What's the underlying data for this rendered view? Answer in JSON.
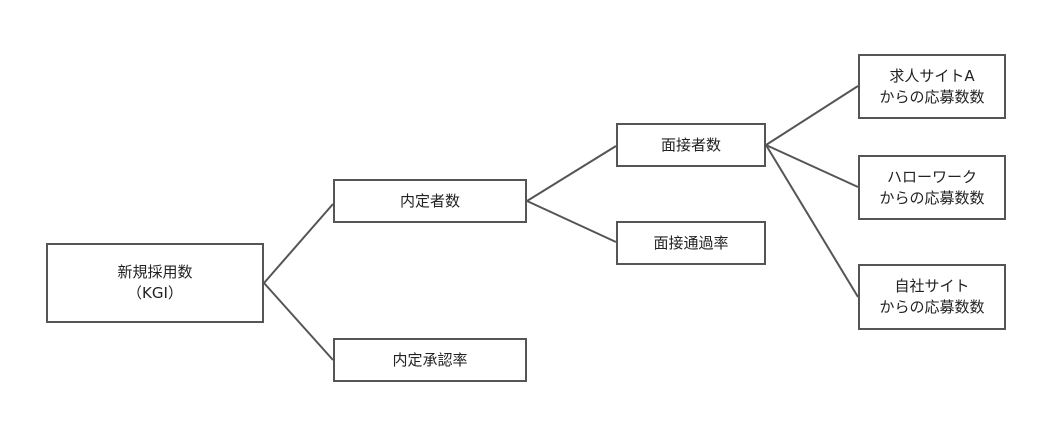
{
  "diagram": {
    "nodes": {
      "root": {
        "label": "新規採用数\n（KGI）"
      },
      "offers": {
        "label": "内定者数"
      },
      "accept": {
        "label": "内定承認率"
      },
      "interv": {
        "label": "面接者数"
      },
      "pass": {
        "label": "面接通過率"
      },
      "srcA": {
        "label": "求人サイトA\nからの応募数数"
      },
      "hello": {
        "label": "ハローワーク\nからの応募数数"
      },
      "own": {
        "label": "自社サイト\nからの応募数数"
      }
    },
    "edges": [
      {
        "from": "root",
        "to": "offers"
      },
      {
        "from": "root",
        "to": "accept"
      },
      {
        "from": "offers",
        "to": "interv"
      },
      {
        "from": "offers",
        "to": "pass"
      },
      {
        "from": "interv",
        "to": "srcA"
      },
      {
        "from": "interv",
        "to": "hello"
      },
      {
        "from": "interv",
        "to": "own"
      }
    ],
    "colors": {
      "stroke": "#555555",
      "fill": "#ffffff",
      "text": "#222222"
    }
  }
}
